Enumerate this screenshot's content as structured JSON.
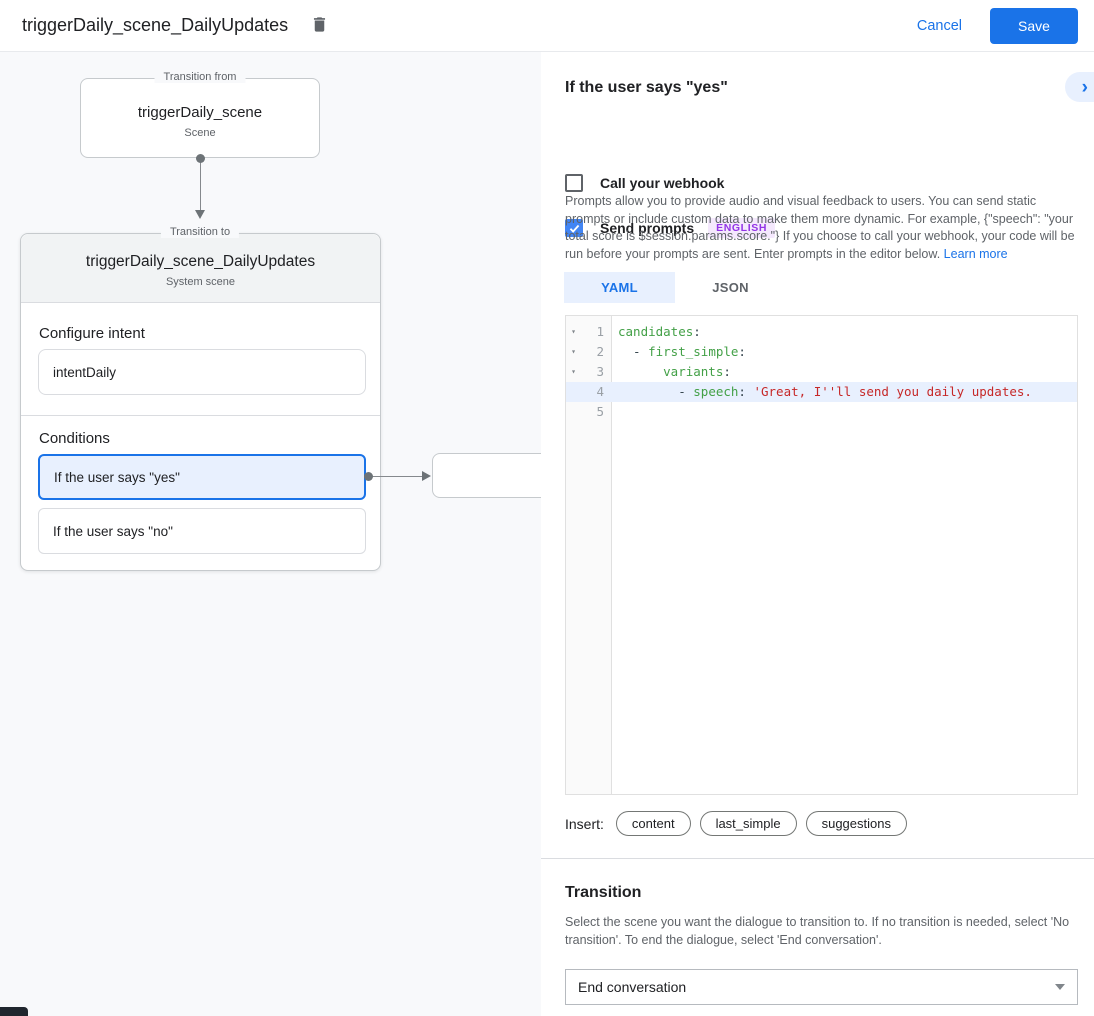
{
  "header": {
    "title": "triggerDaily_scene_DailyUpdates",
    "cancel_label": "Cancel",
    "save_label": "Save"
  },
  "diagram": {
    "from_box": {
      "label": "Transition from",
      "title": "triggerDaily_scene",
      "subtitle": "Scene"
    },
    "to_box": {
      "label": "Transition to",
      "title": "triggerDaily_scene_DailyUpdates",
      "subtitle": "System scene"
    },
    "configure_intent": {
      "heading": "Configure intent",
      "value": "intentDaily"
    },
    "conditions": {
      "heading": "Conditions",
      "items": [
        {
          "label": "If the user says \"yes\"",
          "selected": true
        },
        {
          "label": "If the user says \"no\"",
          "selected": false
        }
      ]
    }
  },
  "panel": {
    "title": "If the user says \"yes\"",
    "webhook": {
      "label": "Call your webhook",
      "checked": false
    },
    "prompts": {
      "label": "Send prompts",
      "checked": true,
      "badge": "ENGLISH",
      "check_glyph": "✓"
    },
    "description": "Prompts allow you to provide audio and visual feedback to users. You can send static prompts or include custom data to make them more dynamic. For example, {\"speech\": \"your total score is $session.params.score.\"} If you choose to call your webhook, your code will be run before your prompts are sent. Enter prompts in the editor below. ",
    "learn_more": "Learn more",
    "tabs": {
      "yaml": "YAML",
      "json": "JSON",
      "active": "YAML"
    },
    "editor": {
      "language": "yaml",
      "fold_glyph": "▾",
      "lines": [
        {
          "n": "1",
          "fold": true,
          "hl": false,
          "seg": [
            [
              "k",
              "candidates"
            ],
            [
              "p",
              ":"
            ]
          ]
        },
        {
          "n": "2",
          "fold": true,
          "hl": false,
          "seg": [
            [
              "p",
              "  - "
            ],
            [
              "k",
              "first_simple"
            ],
            [
              "p",
              ":"
            ]
          ]
        },
        {
          "n": "3",
          "fold": true,
          "hl": false,
          "seg": [
            [
              "p",
              "      "
            ],
            [
              "k",
              "variants"
            ],
            [
              "p",
              ":"
            ]
          ]
        },
        {
          "n": "4",
          "fold": false,
          "hl": true,
          "seg": [
            [
              "p",
              "        - "
            ],
            [
              "k",
              "speech"
            ],
            [
              "p",
              ": "
            ],
            [
              "s",
              "'Great, I''ll send you daily updates."
            ]
          ]
        },
        {
          "n": "5",
          "fold": false,
          "hl": false,
          "seg": []
        }
      ]
    },
    "insert": {
      "label": "Insert:",
      "chips": [
        "content",
        "last_simple",
        "suggestions"
      ]
    },
    "transition": {
      "heading": "Transition",
      "description": "Select the scene you want the dialogue to transition to. If no transition is needed, select 'No transition'. To end the dialogue, select 'End conversation'.",
      "dropdown_value": "End conversation"
    }
  }
}
